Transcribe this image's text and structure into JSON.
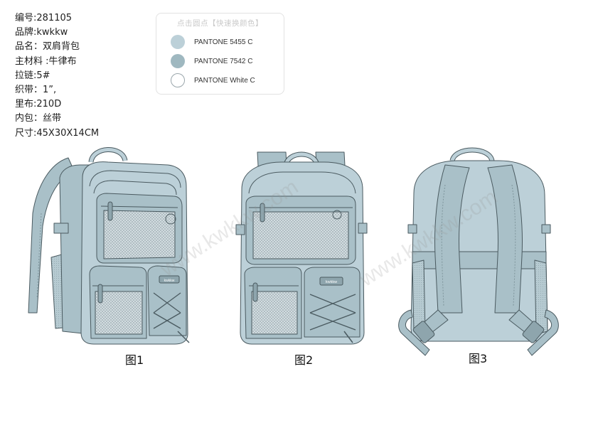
{
  "specs": [
    "编号:281105",
    "品牌:kwkkw",
    "品名：双肩背包",
    "主材料 :牛律布",
    "拉链:5#",
    "织带：1”,",
    "里布:210D",
    "内包：丝带",
    "尺寸:45X30X14CM"
  ],
  "swatch_panel": {
    "title": "点击圆点【快速换颜色】",
    "swatches": [
      {
        "label": "PANTONE 5455 C",
        "color": "#bcd0d8"
      },
      {
        "label": "PANTONE 7542 C",
        "color": "#9fb8c0"
      },
      {
        "label": "PANTONE White C",
        "color": "#ffffff"
      }
    ]
  },
  "figures": [
    {
      "caption": "图1"
    },
    {
      "caption": "图2"
    },
    {
      "caption": "图3"
    }
  ],
  "tag_text": "kwkkw",
  "watermarks": [
    "www.kwkkw.com",
    "www.kwkkw.com"
  ],
  "colors": {
    "body": "#b9ced5",
    "accent": "#a3bcc4",
    "mesh": "#cbd6db",
    "outline": "#4a5a60"
  }
}
